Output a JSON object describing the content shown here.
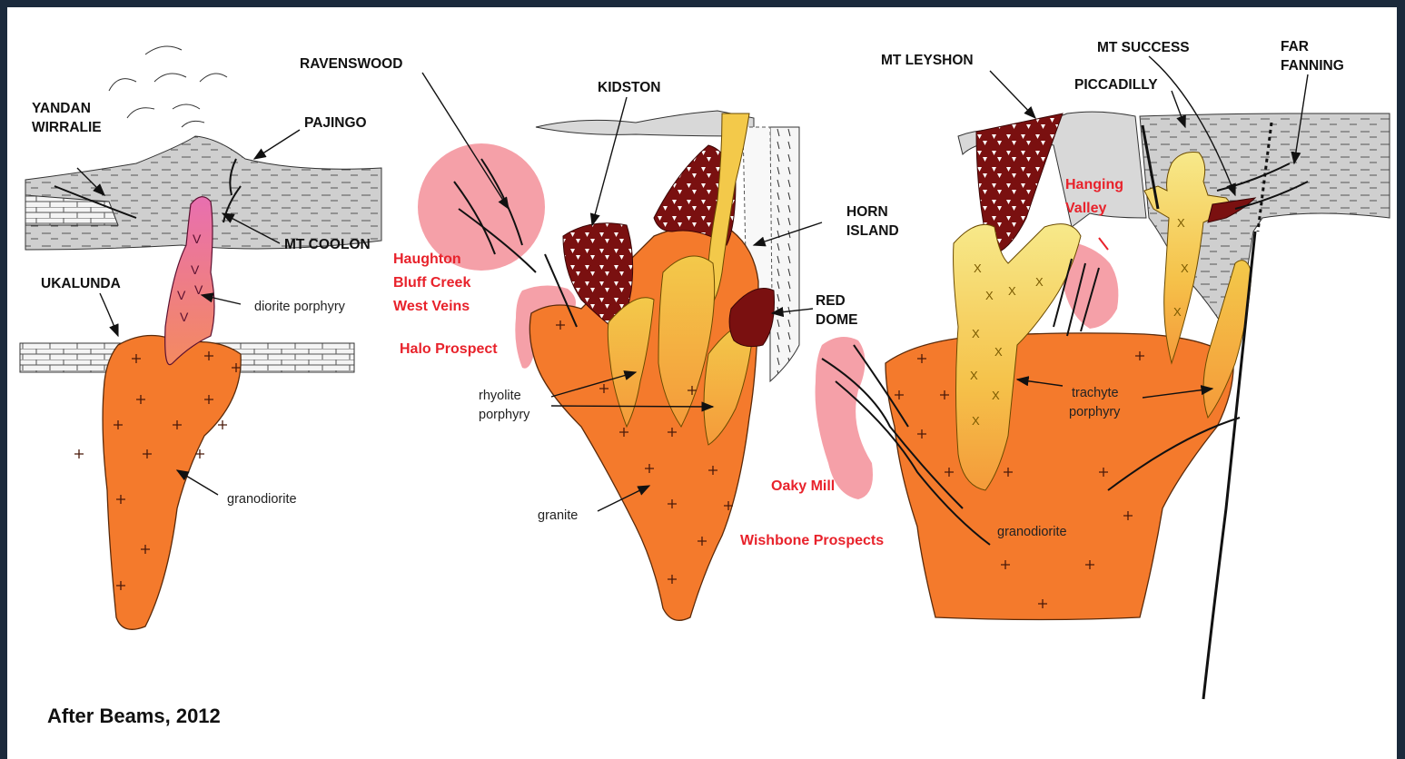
{
  "deposits": {
    "yandan_wirralie": [
      "YANDAN",
      "WIRRALIE"
    ],
    "pajingo": "PAJINGO",
    "mt_coolon": "MT  COOLON",
    "ukalunda": "UKALUNDA",
    "ravenswood": "RAVENSWOOD",
    "kidston": "KIDSTON",
    "horn_island": [
      "HORN",
      "ISLAND"
    ],
    "red_dome": [
      "RED",
      "DOME"
    ],
    "mt_leyshon": "MT  LEYSHON",
    "mt_success": "MT  SUCCESS",
    "piccadilly": "PICCADILLY",
    "far_fanning": [
      "FAR",
      "FANNING"
    ]
  },
  "prospects": {
    "haughton": [
      "Haughton",
      "Bluff Creek",
      "West Veins"
    ],
    "halo": "Halo Prospect",
    "oaky_mill": "Oaky Mill",
    "wishbone": "Wishbone Prospects",
    "hanging_valley": [
      "Hanging",
      "Valley"
    ]
  },
  "rocks": {
    "diorite_porphyry": "diorite  porphyry",
    "granodiorite_left": "granodiorite",
    "rhyolite_porphyry": [
      "rhyolite",
      "porphyry"
    ],
    "granite": "granite",
    "trachyte_porphyry": [
      "trachyte",
      "porphyry"
    ],
    "granodiorite_right": "granodiorite"
  },
  "caption": "After Beams, 2012",
  "colors": {
    "intrusion_orange": "#f47a2c",
    "porphyry_yellow": "#f3c94a",
    "breccia_maroon": "#7a1010",
    "alteration_pink": "#f5a0a8",
    "diorite_pink": "#e87aa8",
    "country_rock_grey": "#cfcfcf",
    "prospect_red": "#e8222b",
    "frame": "#1b2a3c"
  }
}
